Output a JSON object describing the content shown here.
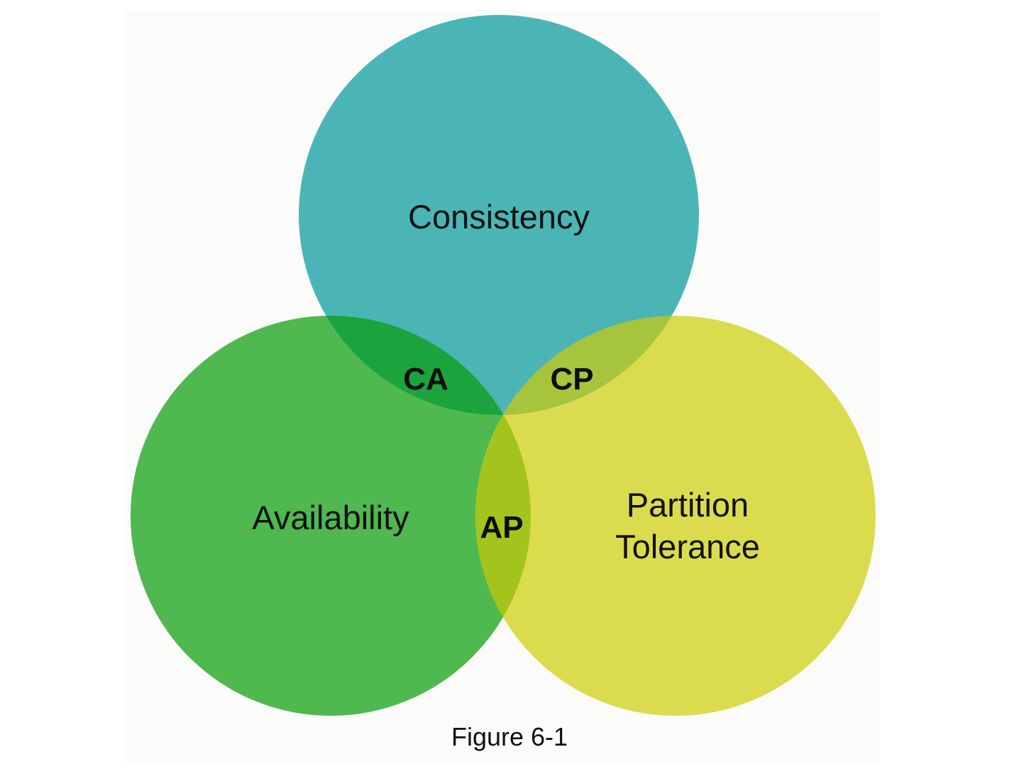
{
  "diagram": {
    "type": "venn-3",
    "circles": [
      {
        "id": "consistency",
        "label_lines": [
          "Consistency"
        ],
        "color": "#4bb5b6"
      },
      {
        "id": "availability",
        "label_lines": [
          "Availability"
        ],
        "color": "#4fb84f"
      },
      {
        "id": "partition",
        "label_lines": [
          "Partition",
          "Tolerance"
        ],
        "color": "#dadc4d"
      }
    ],
    "intersections": [
      {
        "id": "ca",
        "label": "CA",
        "color": "#1ba43e"
      },
      {
        "id": "cp",
        "label": "CP",
        "color": "#a6c43c"
      },
      {
        "id": "ap",
        "label": "AP",
        "color": "#a2c41c"
      }
    ],
    "center_color": "#4bb5b6"
  },
  "caption": "Figure 6-1"
}
